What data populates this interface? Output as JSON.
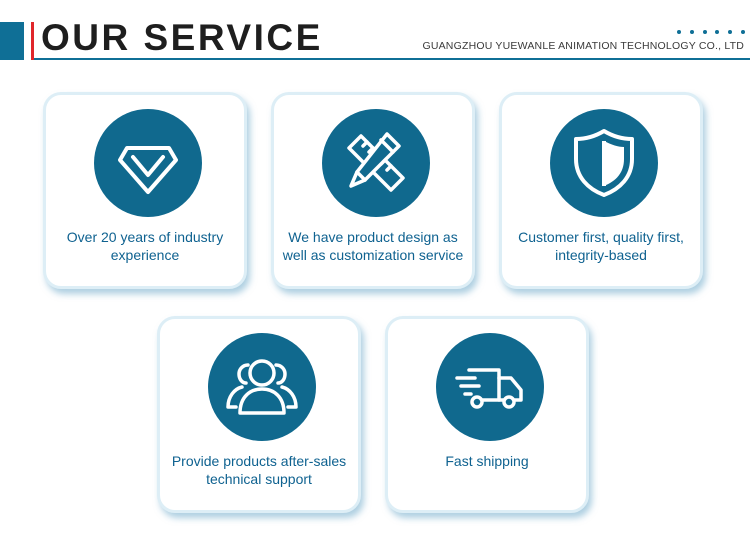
{
  "header": {
    "title": "OUR SERVICE",
    "company": "GUANGZHOU YUEWANLE ANIMATION TECHNOLOGY CO., LTD",
    "accent_color": "#0f6f96",
    "red_accent": "#e0262a"
  },
  "services": [
    {
      "icon": "diamond-check-icon",
      "text": "Over 20 years of industry experience"
    },
    {
      "icon": "pencil-ruler-icon",
      "text": "We have product design as well as customization service"
    },
    {
      "icon": "shield-icon",
      "text": "Customer first, quality first, integrity-based"
    },
    {
      "icon": "users-icon",
      "text": "Provide products after-sales technical support"
    },
    {
      "icon": "delivery-truck-icon",
      "text": "Fast shipping"
    }
  ]
}
